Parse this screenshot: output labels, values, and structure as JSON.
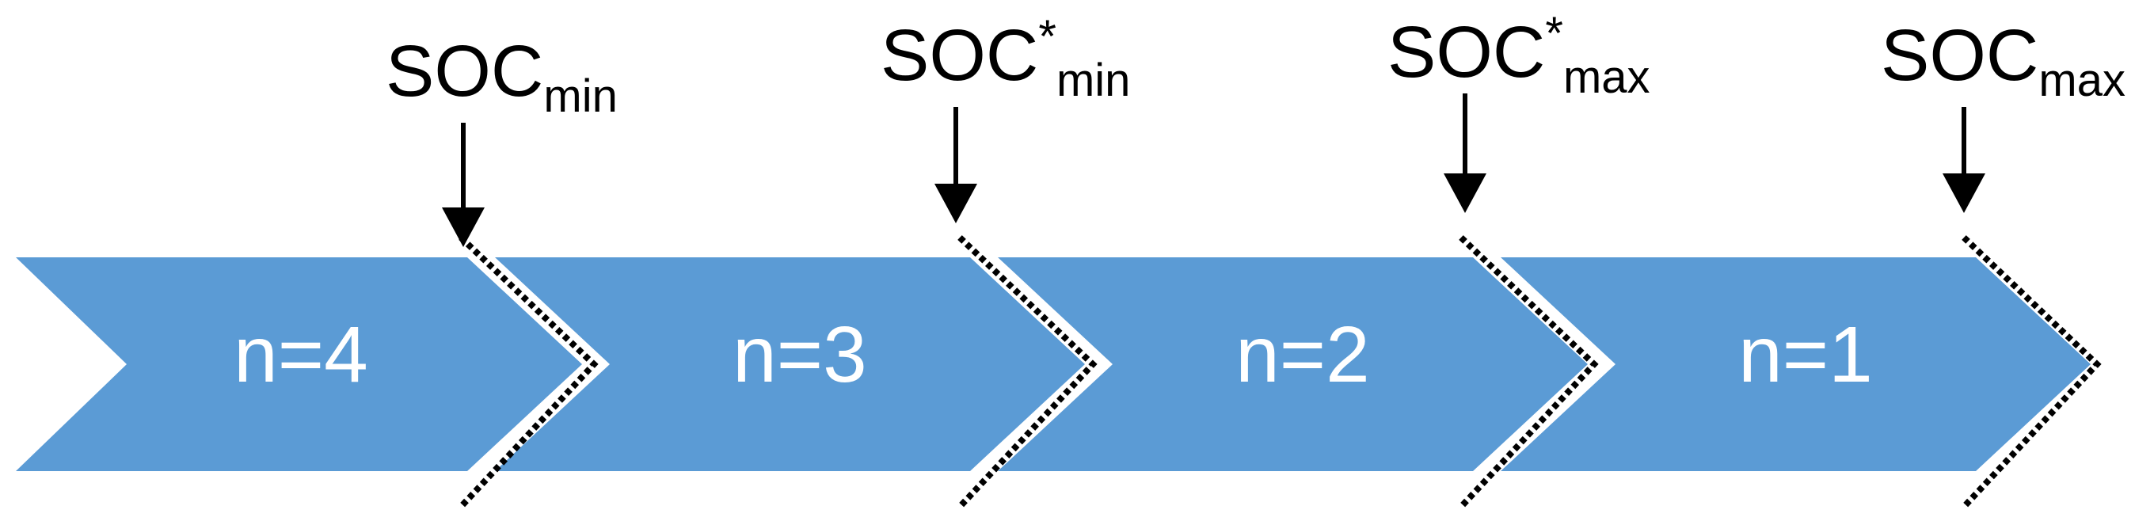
{
  "colors": {
    "chevron_fill": "#5B9BD5",
    "step_text": "#FFFFFF",
    "marker": "#000000",
    "background": "#FFFFFF"
  },
  "steps": [
    {
      "label": "n=4"
    },
    {
      "label": "n=3"
    },
    {
      "label": "n=2"
    },
    {
      "label": "n=1"
    }
  ],
  "markers": [
    {
      "main": "SOC",
      "star": "",
      "sub": "min"
    },
    {
      "main": "SOC",
      "star": "*",
      "sub": "min"
    },
    {
      "main": "SOC",
      "star": "*",
      "sub": "max"
    },
    {
      "main": "SOC",
      "star": "",
      "sub": "max"
    }
  ],
  "icons": {
    "arrow": "down-arrow-icon",
    "boundary": "dotted-chevron-boundary"
  }
}
